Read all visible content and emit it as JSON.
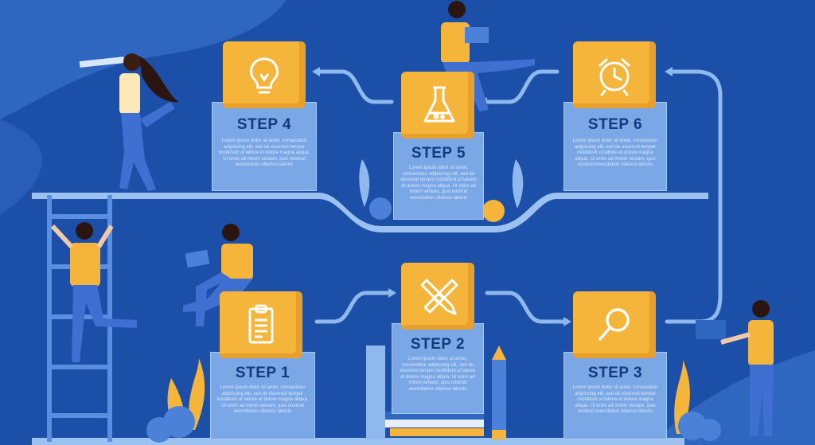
{
  "steps": [
    {
      "id": "step-1",
      "label": "STEP 1",
      "icon": "document-icon",
      "body": "Lorem ipsum dolor sit amet, consectetur adipiscing elit, sed do eiusmod tempor incididunt ut labore et dolore magna aliqua. Ut enim ad minim veniam, quis nostrud exercitation ullamco laboris"
    },
    {
      "id": "step-2",
      "label": "STEP 2",
      "icon": "pencil-ruler-icon",
      "body": "Lorem ipsum dolor sit amet, consectetur adipiscing elit, sed do eiusmod tempor incididunt ut labore et dolore magna aliqua. Ut enim ad minim veniam, quis nostrud exercitation ullamco laboris"
    },
    {
      "id": "step-3",
      "label": "STEP 3",
      "icon": "magnifier-icon",
      "body": "Lorem ipsum dolor sit amet, consectetur adipiscing elit, sed do eiusmod tempor incididunt ut labore et dolore magna aliqua. Ut enim ad minim veniam, quis nostrud exercitation ullamco laboris"
    },
    {
      "id": "step-4",
      "label": "STEP 4",
      "icon": "lightbulb-icon",
      "body": "Lorem ipsum dolor sit amet, consectetur adipiscing elit, sed do eiusmod tempor incididunt ut labore et dolore magna aliqua. Ut enim ad minim veniam, quis nostrud exercitation ullamco laboris"
    },
    {
      "id": "step-5",
      "label": "STEP 5",
      "icon": "flask-icon",
      "body": "Lorem ipsum dolor sit amet, consectetur adipiscing elit, sed do eiusmod tempor incididunt ut labore et dolore magna aliqua. Ut enim ad minim veniam, quis nostrud exercitation ullamco laboris"
    },
    {
      "id": "step-6",
      "label": "STEP 6",
      "icon": "alarm-clock-icon",
      "body": "Lorem ipsum dolor sit amet, consectetur adipiscing elit, sed do eiusmod tempor incididunt ut labore et dolore magna aliqua. Ut enim ad minim veniam, quis nostrud exercitation ullamco laboris"
    }
  ],
  "colors": {
    "background": "#1c4fa8",
    "accent": "#f5b53a",
    "panel": "#7aa7e6",
    "label": "#123a80",
    "arrow": "#8fb8ee"
  }
}
